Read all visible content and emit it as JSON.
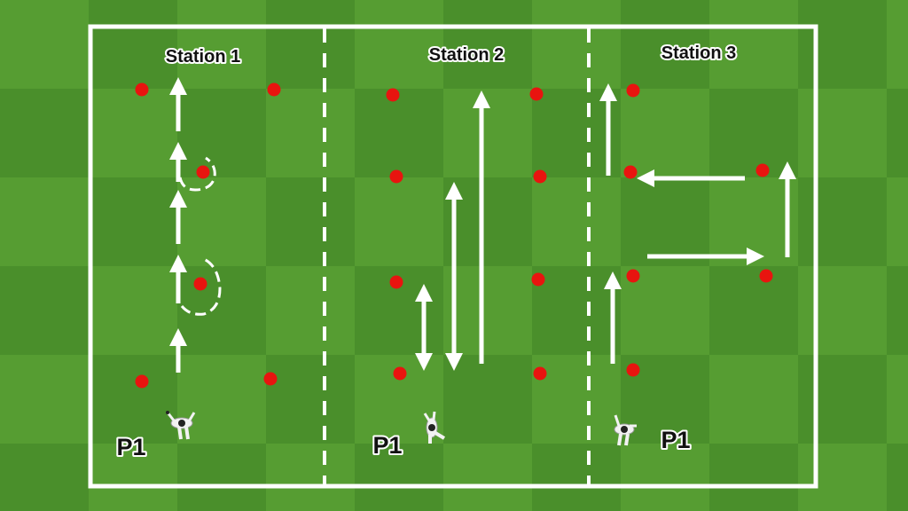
{
  "diagram": {
    "stations": [
      {
        "title": "Station 1",
        "player_label": "P1"
      },
      {
        "title": "Station 2",
        "player_label": "P1"
      },
      {
        "title": "Station 3",
        "player_label": "P1"
      }
    ],
    "colors": {
      "grass_dark": "#4a8f2b",
      "grass_light": "#5ba136",
      "lines": "#ffffff",
      "cones": "#e8140f",
      "arrows": "#ffffff"
    }
  }
}
